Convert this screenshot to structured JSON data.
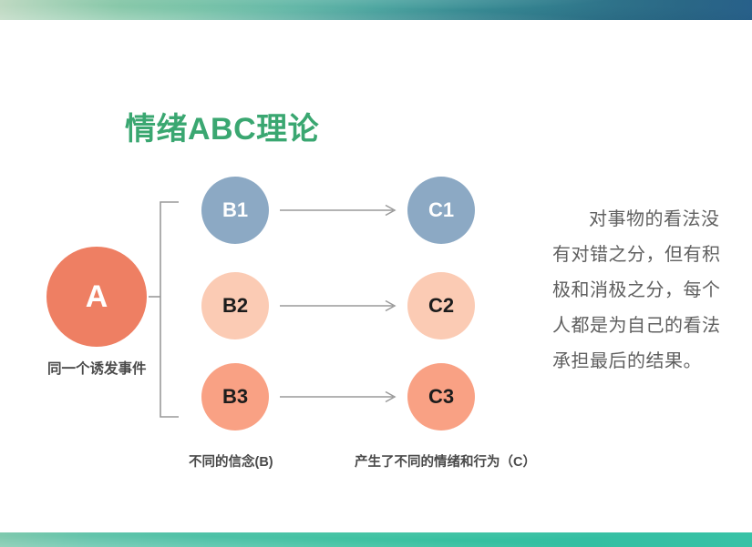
{
  "slide": {
    "title": "情绪ABC理论",
    "title_color": "#3aa771",
    "background_color": "#ffffff"
  },
  "decor": {
    "top_band_name": "top gradient band",
    "top_band_from": "#bfd9c2",
    "top_band_to": "#28608a",
    "bottom_band_name": "bottom gradient band",
    "bottom_band_from": "#7fc9ae",
    "bottom_band_to": "#38c2a6"
  },
  "diagram": {
    "trigger": {
      "label": "A",
      "caption": "同一个诱发事件",
      "color": "#ee7f63",
      "text_color": "#ffffff"
    },
    "beliefs_caption": "不同的信念(B)",
    "consequences_caption": "产生了不同的情绪和行为（C）",
    "rows": [
      {
        "belief": "B1",
        "consequence": "C1",
        "color": "#8ca9c4",
        "text_color": "#ffffff"
      },
      {
        "belief": "B2",
        "consequence": "C2",
        "color": "#fbcbb4",
        "text_color": "#1c1c1c"
      },
      {
        "belief": "B3",
        "consequence": "C3",
        "color": "#f9a184",
        "text_color": "#1c1c1c"
      }
    ],
    "connector_color": "#9a9a9a",
    "arrow_color": "#9a9a9a"
  },
  "commentary": {
    "text": "对事物的看法没有对错之分，但有积极和消极之分，每个人都是为自己的看法承担最后的结果。",
    "color": "#606060"
  }
}
